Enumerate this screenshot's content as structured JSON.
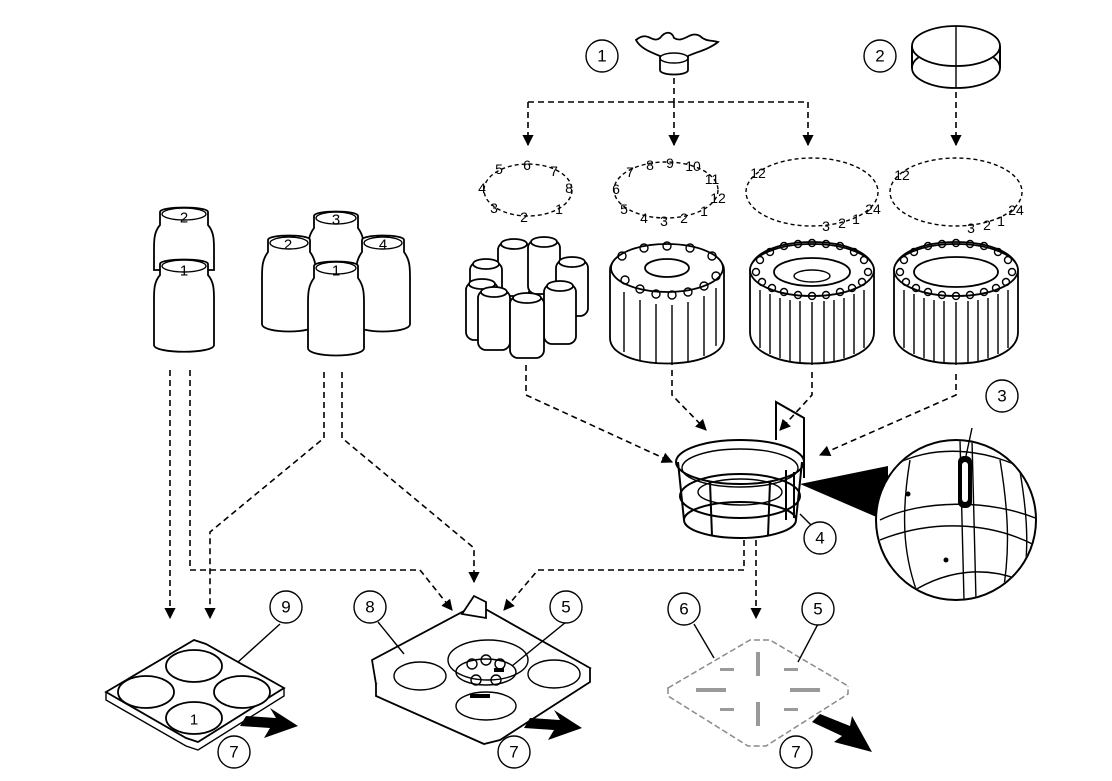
{
  "callouts": [
    {
      "id": "c1",
      "label": "1"
    },
    {
      "id": "c2",
      "label": "2"
    },
    {
      "id": "c3",
      "label": "3"
    },
    {
      "id": "c4",
      "label": "4"
    },
    {
      "id": "c5a",
      "label": "5"
    },
    {
      "id": "c5b",
      "label": "5"
    },
    {
      "id": "c6",
      "label": "6"
    },
    {
      "id": "c7a",
      "label": "7"
    },
    {
      "id": "c7b",
      "label": "7"
    },
    {
      "id": "c7c",
      "label": "7"
    },
    {
      "id": "c8",
      "label": "8"
    },
    {
      "id": "c9",
      "label": "9"
    }
  ],
  "bottles": {
    "stacked": [
      "2",
      "1"
    ],
    "group": [
      "2",
      "3",
      "4",
      "1"
    ],
    "tray_position": "1"
  },
  "position_rings": [
    {
      "name": "8-position",
      "labels": [
        "5",
        "6",
        "7",
        "4",
        "8",
        "3",
        "2",
        "1"
      ]
    },
    {
      "name": "12-position",
      "labels": [
        "7",
        "8",
        "9",
        "10",
        "6",
        "11",
        "12",
        "5",
        "4",
        "3",
        "2",
        "1"
      ]
    },
    {
      "name": "24-position-a",
      "labels": [
        "12",
        "3",
        "2",
        "1",
        "24"
      ]
    },
    {
      "name": "24-position-b",
      "labels": [
        "12",
        "3",
        "2",
        "1",
        "24"
      ]
    }
  ]
}
